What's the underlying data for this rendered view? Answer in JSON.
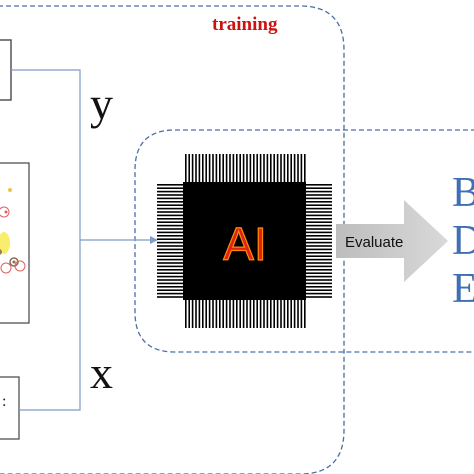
{
  "labels": {
    "training": "training",
    "y": "y",
    "x": "x",
    "chip": "AI",
    "evaluate": "Evaluate",
    "partial_colon": ":"
  },
  "right_letters": [
    "B",
    "D",
    "E"
  ],
  "colors": {
    "training_text": "#cc1111",
    "dashed_border": "#4a6ea8",
    "connector": "#7f9cc4",
    "chip_body": "#000000",
    "chip_text": "#e0201a",
    "chip_text_outline": "#ff8a00",
    "evaluate_arrow": "#c8c8c8",
    "right_letters": "#3f6fb5"
  }
}
